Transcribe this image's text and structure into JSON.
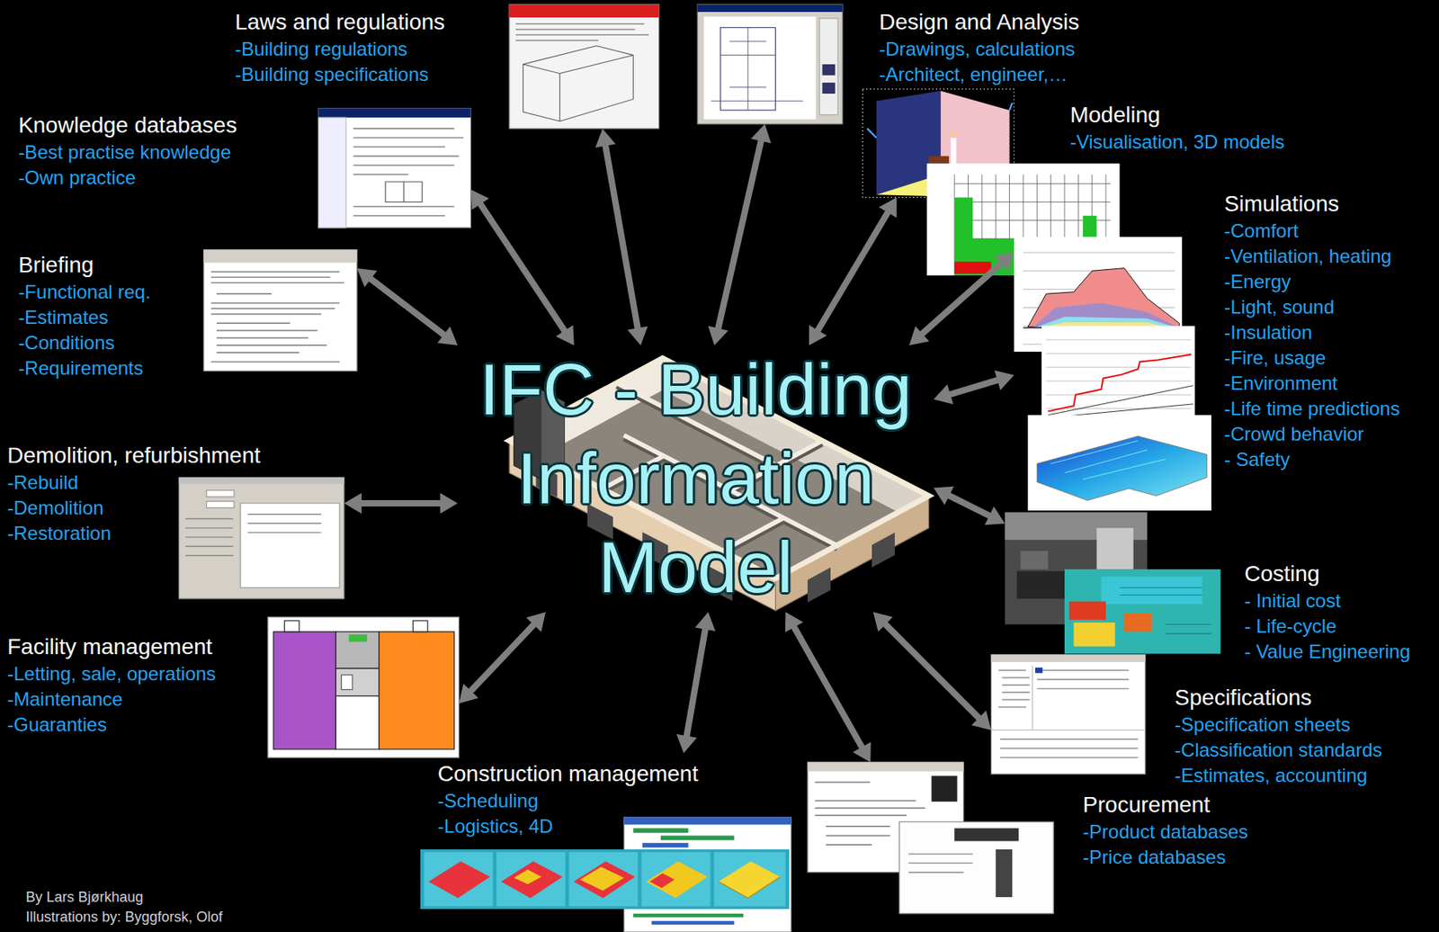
{
  "diagram": {
    "nodes": [
      {
        "text": [
          "IFC - Building Information Model"
        ]
      },
      {
        "text": [
          "Laws and regulations",
          "-Building regulations",
          "-Building specifications"
        ]
      },
      {
        "text": [
          "Design and Analysis",
          "-Drawings, calculations",
          "-Architect, engineer,…"
        ]
      },
      {
        "text": [
          "Modeling",
          "-Visualisation, 3D models"
        ]
      },
      {
        "text": [
          "Simulations",
          "-Comfort",
          "-Ventilation, heating",
          "-Energy",
          "-Light, sound",
          "-Insulation",
          "-Fire, usage",
          "-Environment",
          "-Life time predictions",
          "-Crowd behavior",
          "- Safety"
        ]
      },
      {
        "text": [
          "Costing",
          "- Initial cost",
          "- Life-cycle",
          "- Value Engineering"
        ]
      },
      {
        "text": [
          "Specifications",
          "-Specification sheets",
          "-Classification standards",
          "-Estimates, accounting"
        ]
      },
      {
        "text": [
          "Procurement",
          "-Product databases",
          "-Price databases"
        ]
      },
      {
        "text": [
          "Construction management",
          "-Scheduling",
          "-Logistics, 4D"
        ]
      },
      {
        "text": [
          "Facility management",
          "-Letting, sale, operations",
          "-Maintenance",
          "-Guaranties"
        ]
      },
      {
        "text": [
          "Demolition, refurbishment",
          "-Rebuild",
          "-Demolition",
          "-Restoration"
        ]
      },
      {
        "text": [
          "Briefing",
          "-Functional req.",
          "-Estimates",
          "-Conditions",
          "-Requirements"
        ]
      },
      {
        "text": [
          "Knowledge databases",
          "-Best practise knowledge",
          "-Own practice"
        ]
      }
    ],
    "edges": [
      {
        "from": 0,
        "to": 1,
        "arrow": "both"
      },
      {
        "from": 0,
        "to": 2,
        "arrow": "both"
      },
      {
        "from": 0,
        "to": 3,
        "arrow": "both"
      },
      {
        "from": 0,
        "to": 4,
        "arrow": "both"
      },
      {
        "from": 0,
        "to": 4,
        "arrow": "both"
      },
      {
        "from": 0,
        "to": 5,
        "arrow": "both"
      },
      {
        "from": 0,
        "to": 6,
        "arrow": "both"
      },
      {
        "from": 0,
        "to": 7,
        "arrow": "both"
      },
      {
        "from": 0,
        "to": 8,
        "arrow": "both"
      },
      {
        "from": 0,
        "to": 9,
        "arrow": "both"
      },
      {
        "from": 0,
        "to": 10,
        "arrow": "both"
      },
      {
        "from": 0,
        "to": 11,
        "arrow": "both"
      },
      {
        "from": 0,
        "to": 12,
        "arrow": "both"
      }
    ],
    "labels": [
      "By Lars Bjørkhaug",
      "Illustrations by: Byggforsk, Olof"
    ]
  }
}
